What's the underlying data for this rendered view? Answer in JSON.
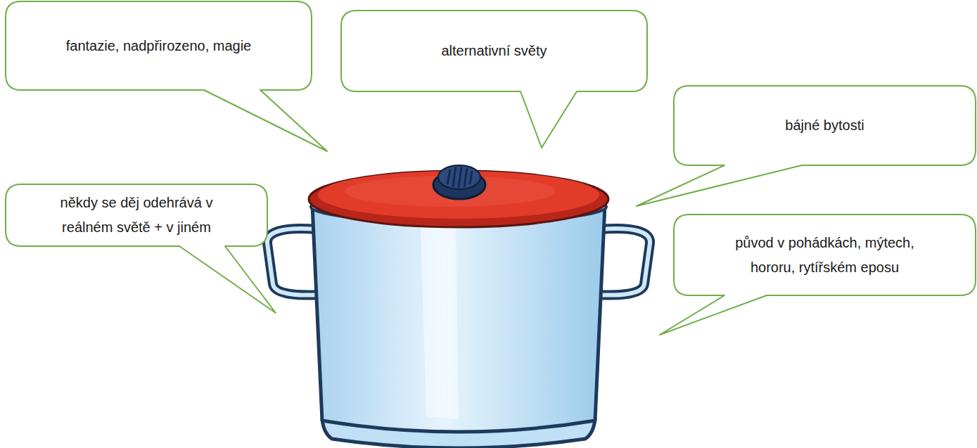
{
  "diagram": {
    "nodes": [
      {
        "text": [
          "fantazie, nadpřirozeno, magie"
        ]
      },
      {
        "text": [
          "alternativní světy"
        ]
      },
      {
        "text": [
          "bájné bytosti"
        ]
      },
      {
        "text": [
          "někdy se děj odehrává v reálném světě + v jiném"
        ]
      },
      {
        "text": [
          "původ v pohádkách, mýtech, hororu, rytířském eposu"
        ]
      }
    ]
  }
}
